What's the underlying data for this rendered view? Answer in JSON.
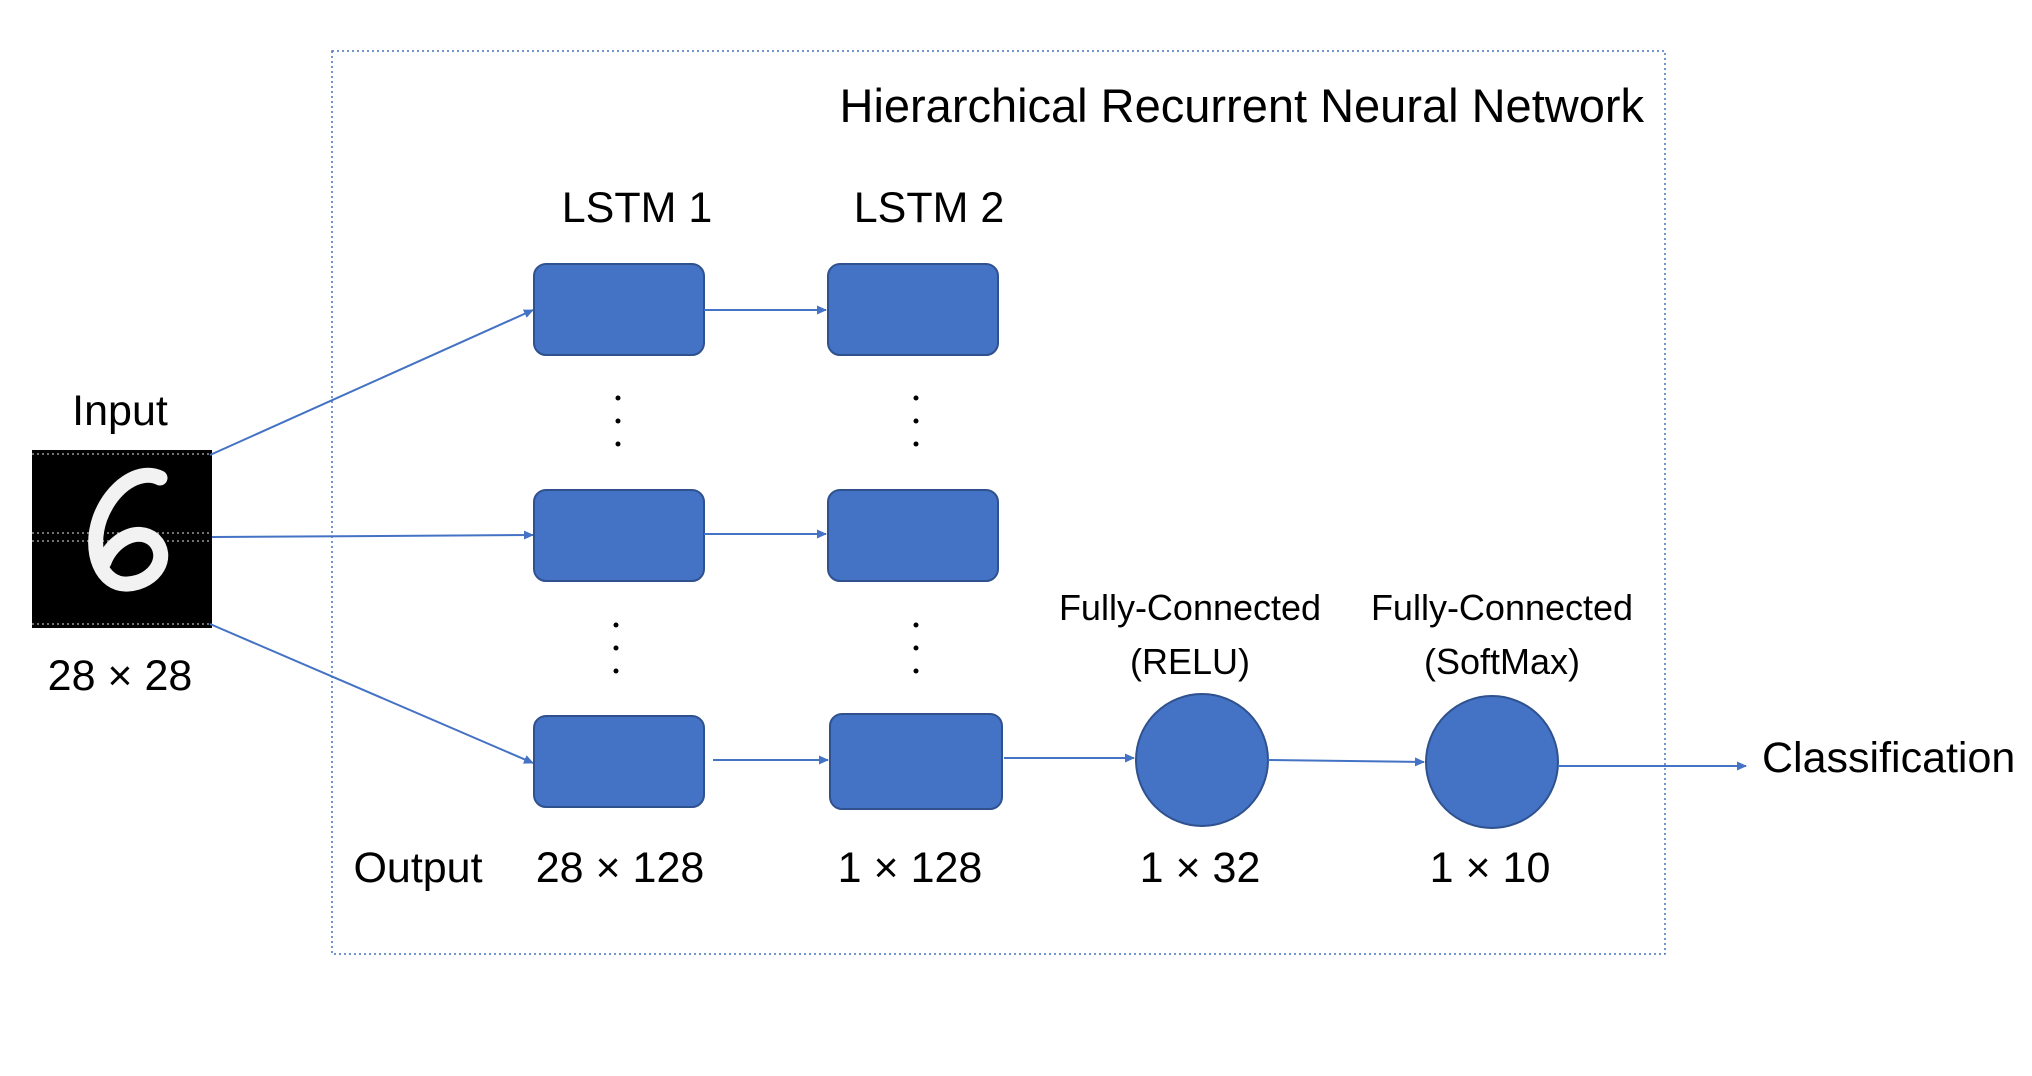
{
  "title": "Hierarchical Recurrent Neural Network",
  "input": {
    "label": "Input",
    "size": "28 × 28",
    "digit": "6"
  },
  "columns": {
    "lstm1": {
      "label": "LSTM 1",
      "output": "28 × 128"
    },
    "lstm2": {
      "label": "LSTM 2",
      "output": "1 × 128"
    },
    "fc1": {
      "label_line1": "Fully-Connected",
      "label_line2": "(RELU)",
      "output": "1 × 32"
    },
    "fc2": {
      "label_line1": "Fully-Connected",
      "label_line2": "(SoftMax)",
      "output": "1 × 10"
    }
  },
  "output_row_label": "Output",
  "result_label": "Classification",
  "colors": {
    "node_fill": "#4472C4",
    "node_stroke": "#2F528F",
    "wire": "#4472C4",
    "frame": "#4472C4"
  }
}
